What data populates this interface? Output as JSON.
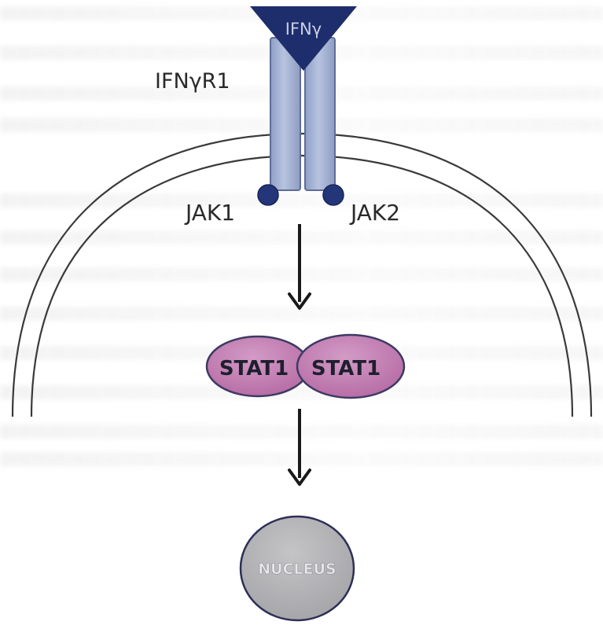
{
  "labels": {
    "ligand": "IFNγ",
    "receptor": "IFNγR1",
    "jak_left": "JAK1",
    "jak_right": "JAK2",
    "stat_left": "STAT1",
    "stat_right": "STAT1",
    "nucleus": "NUCLEUS"
  },
  "colors": {
    "ligand": "#1e2d6b",
    "receptor_fill": "#a9b7d6",
    "receptor_stroke": "#5e6d98",
    "jak": "#24367a",
    "stat_fill": "#c27ab0",
    "stat_stroke": "#3d3a63",
    "nucleus_fill": "#b2b2b4",
    "nucleus_stroke": "#2d2f57",
    "membrane": "#3a3a3a",
    "arrow": "#1a1a1a"
  }
}
